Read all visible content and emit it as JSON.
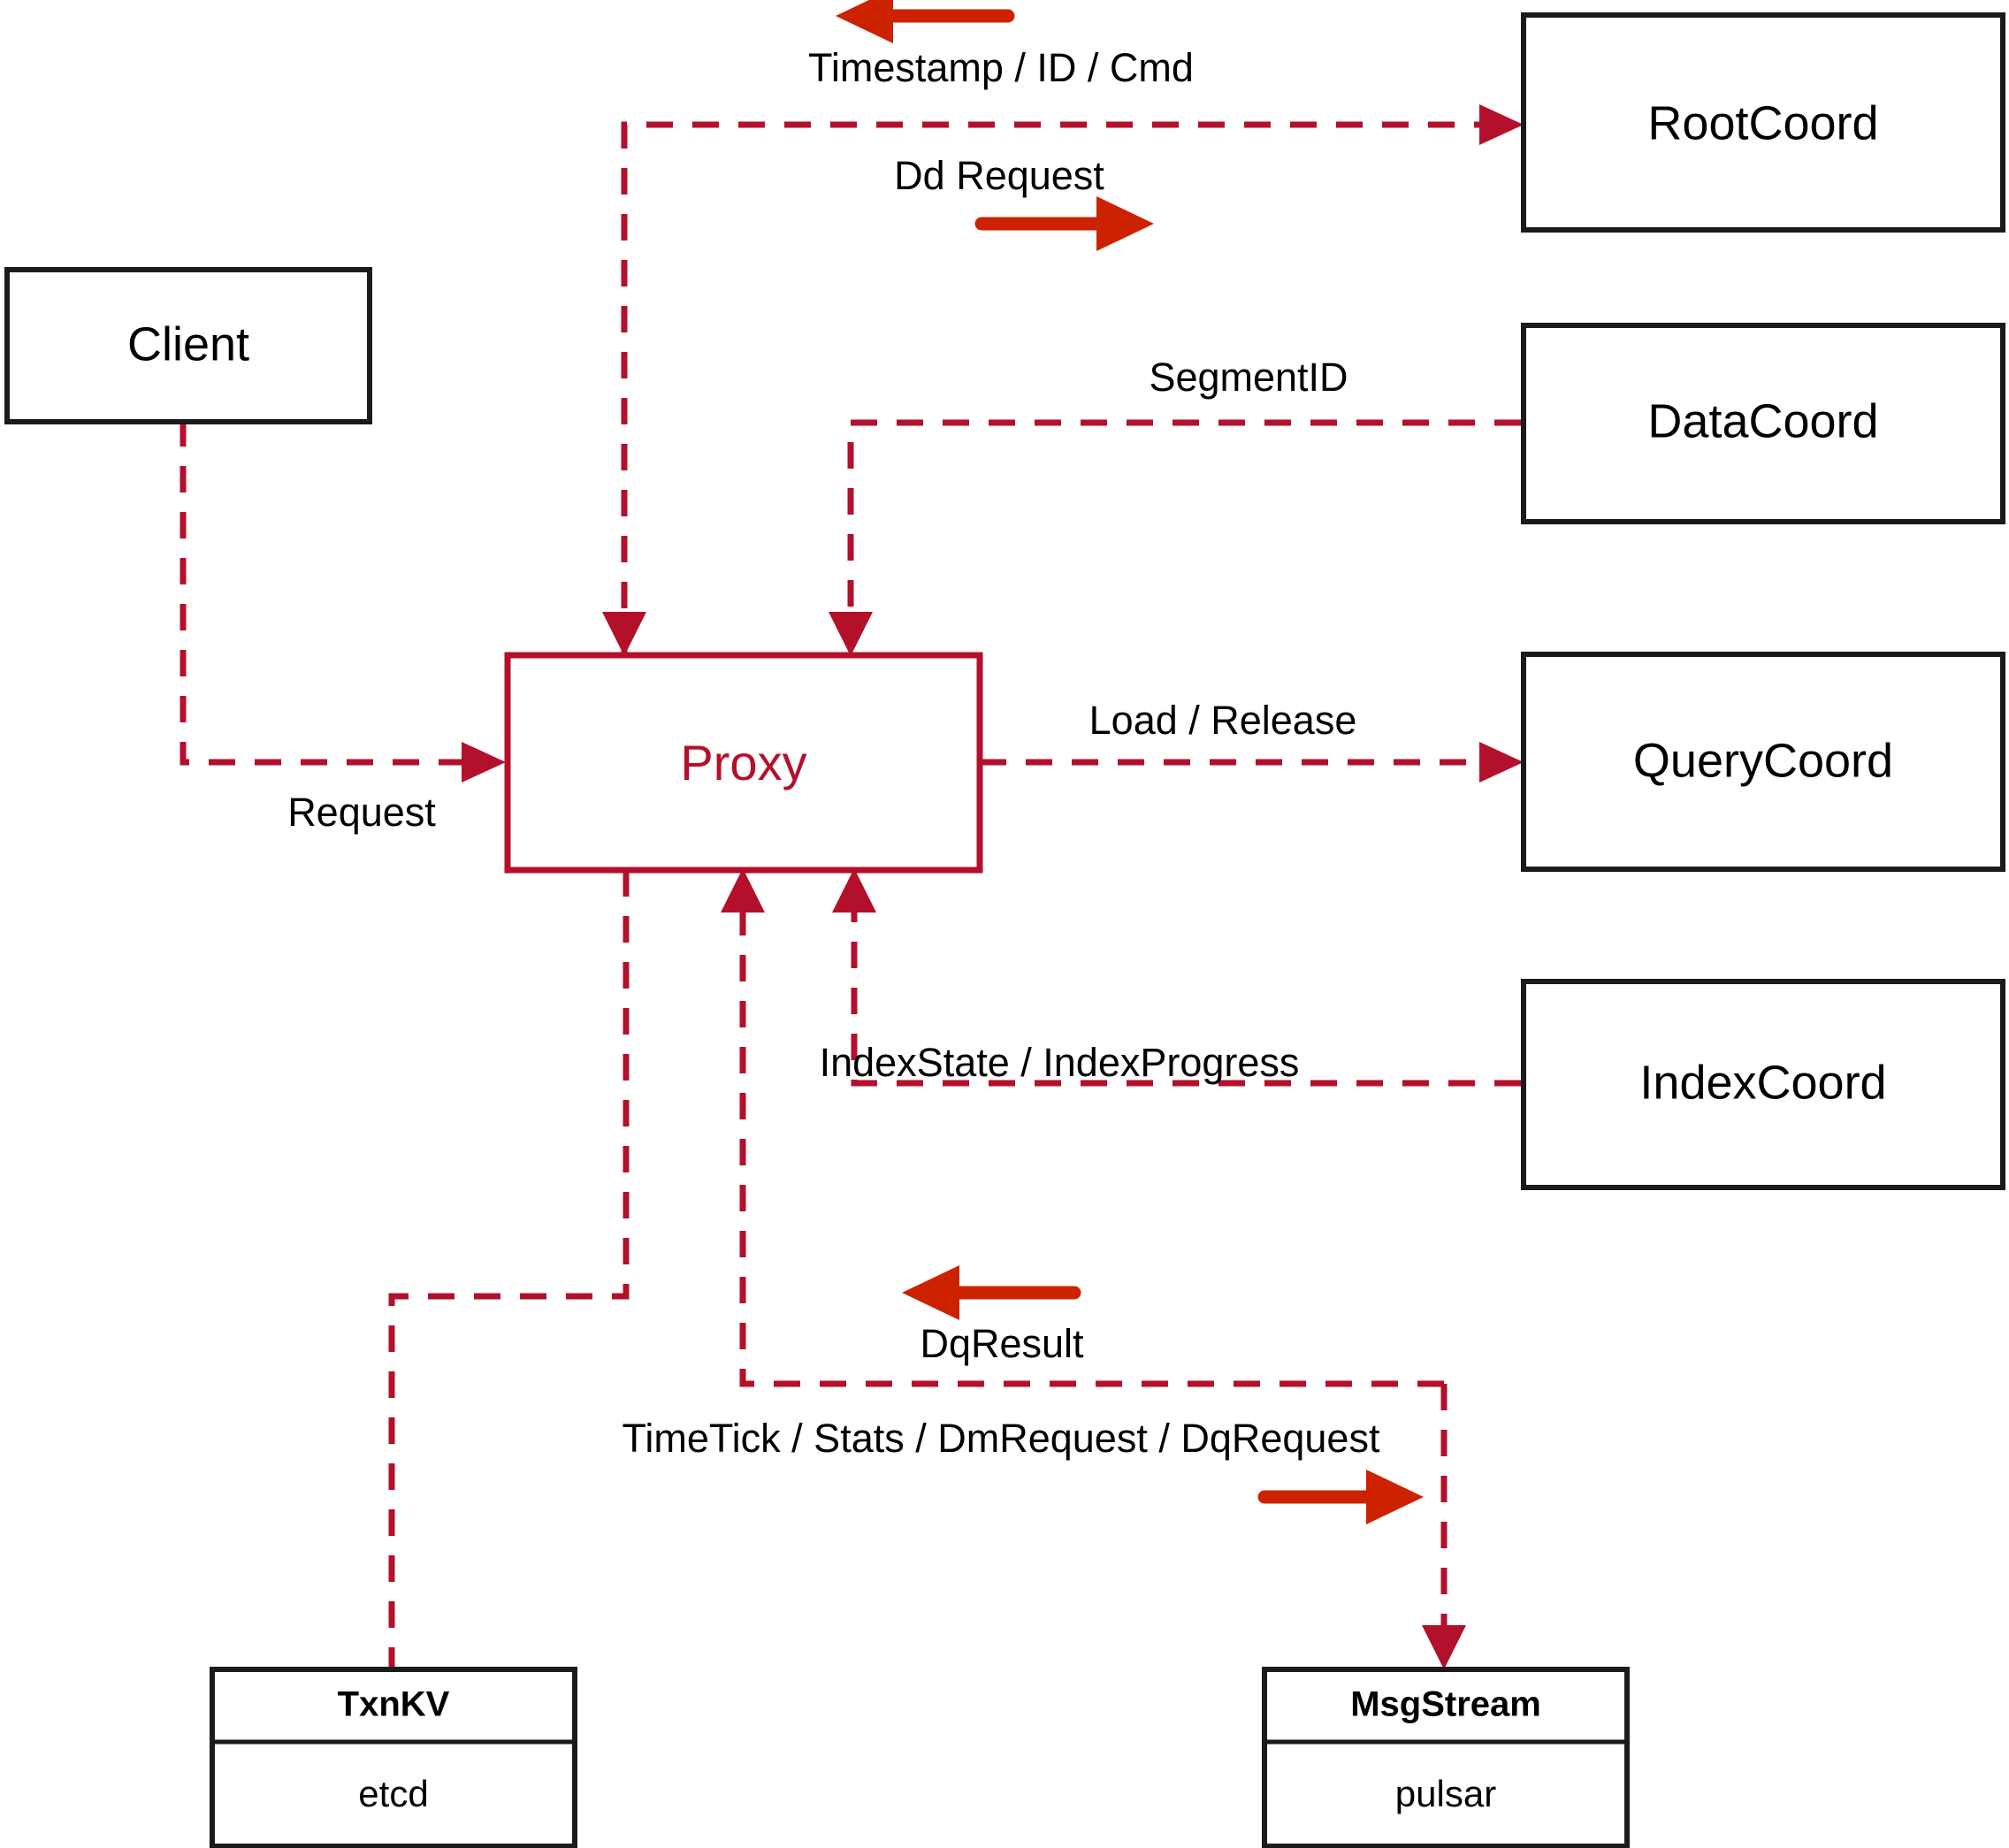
{
  "diagram": {
    "title": "Proxy component interaction diagram",
    "colors": {
      "accent": "#b3102c",
      "arrow": "#cc2200",
      "box_stroke": "#1b1b1b",
      "text": "#000000",
      "background": "#ffffff"
    },
    "nodes": [
      {
        "id": "client",
        "label": "Client",
        "style": "plain"
      },
      {
        "id": "proxy",
        "label": "Proxy",
        "style": "accent"
      },
      {
        "id": "rootcoord",
        "label": "RootCoord",
        "style": "plain"
      },
      {
        "id": "datacoord",
        "label": "DataCoord",
        "style": "plain"
      },
      {
        "id": "querycoord",
        "label": "QueryCoord",
        "style": "plain"
      },
      {
        "id": "indexcoord",
        "label": "IndexCoord",
        "style": "plain"
      },
      {
        "id": "txnkv",
        "label": "TxnKV",
        "sublabel": "etcd",
        "style": "compartment"
      },
      {
        "id": "msgstream",
        "label": "MsgStream",
        "sublabel": "pulsar",
        "style": "compartment"
      }
    ],
    "edges": [
      {
        "id": "client-proxy",
        "from": "client",
        "to": "proxy",
        "label": "Request",
        "direction": "right"
      },
      {
        "id": "proxy-rootcoord",
        "from": "proxy",
        "to": "rootcoord",
        "label_above": "Timestamp / ID / Cmd",
        "label_below": "Dd Request",
        "direction_above": "left",
        "direction_below": "right"
      },
      {
        "id": "datacoord-proxy",
        "from": "datacoord",
        "to": "proxy",
        "label": "SegmentID",
        "direction": "left"
      },
      {
        "id": "proxy-querycoord",
        "from": "proxy",
        "to": "querycoord",
        "label": "Load / Release",
        "direction": "right"
      },
      {
        "id": "indexcoord-proxy",
        "from": "indexcoord",
        "to": "proxy",
        "label": "IndexState / IndexProgress",
        "direction": "left"
      },
      {
        "id": "proxy-txnkv",
        "from": "proxy",
        "to": "txnkv",
        "label": "",
        "direction": "down"
      },
      {
        "id": "msgstream-proxy",
        "from": "msgstream",
        "to": "proxy",
        "label": "DqResult",
        "direction": "left"
      },
      {
        "id": "proxy-msgstream",
        "from": "proxy",
        "to": "msgstream",
        "label": "TimeTick / Stats / DmRequest / DqRequest",
        "direction": "right"
      }
    ],
    "labels": {
      "timestamp_id_cmd": "Timestamp / ID / Cmd",
      "dd_request": "Dd Request",
      "segment_id": "SegmentID",
      "request": "Request",
      "load_release": "Load / Release",
      "index_state_progress": "IndexState / IndexProgress",
      "dq_result": "DqResult",
      "timetick_stats": "TimeTick / Stats / DmRequest / DqRequest"
    },
    "node_text": {
      "client": "Client",
      "proxy": "Proxy",
      "rootcoord": "RootCoord",
      "datacoord": "DataCoord",
      "querycoord": "QueryCoord",
      "indexcoord": "IndexCoord",
      "txnkv_title": "TxnKV",
      "txnkv_body": "etcd",
      "msgstream_title": "MsgStream",
      "msgstream_body": "pulsar"
    }
  }
}
